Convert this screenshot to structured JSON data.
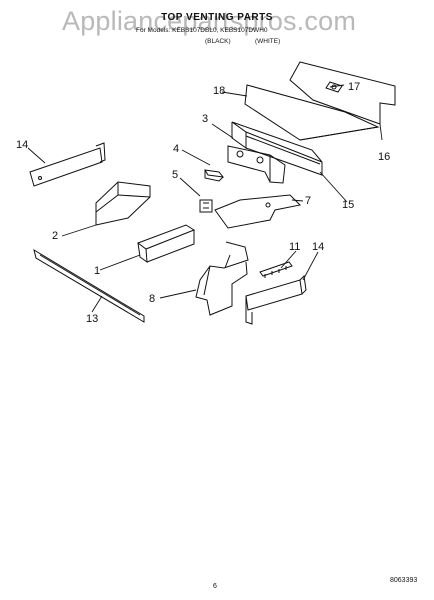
{
  "watermark": "Appliancepartspros.com",
  "header": {
    "title": "TOP VENTING PARTS",
    "subtitle": "For Models: KEBS107DBL0, KEBS107DWH0",
    "variants": [
      "(BLACK)",
      "(WHITE)"
    ]
  },
  "callouts": [
    "18",
    "17",
    "3",
    "16",
    "14",
    "4",
    "5",
    "15",
    "7",
    "2",
    "1",
    "11",
    "14",
    "8",
    "13"
  ],
  "footer": {
    "page_number": "6",
    "drawing_code": "8063393"
  }
}
